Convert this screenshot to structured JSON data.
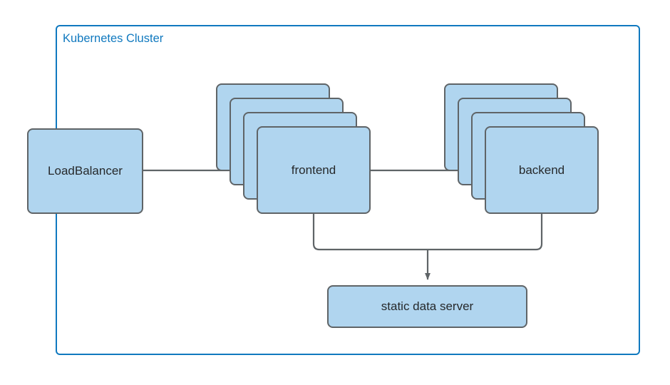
{
  "diagram": {
    "title_visible": false,
    "colors": {
      "cluster_border": "#1079bf",
      "cluster_label_text": "#1079bf",
      "node_fill": "#b0d5ef",
      "node_border": "#5f6467",
      "node_text": "#26292b",
      "edge_stroke": "#5f6467",
      "background": "#ffffff"
    },
    "cluster": {
      "label": "Kubernetes Cluster"
    },
    "nodes": {
      "loadbalancer": {
        "label": "LoadBalancer",
        "replicas": 1
      },
      "frontend": {
        "label": "frontend",
        "replicas": 4
      },
      "backend": {
        "label": "backend",
        "replicas": 4
      },
      "static_data_server": {
        "label": "static data server",
        "replicas": 1
      }
    },
    "edges": [
      {
        "from": "LoadBalancer",
        "to": "frontend",
        "arrow": true
      },
      {
        "from": "frontend",
        "to": "backend",
        "arrow": true
      },
      {
        "from": "frontend",
        "to": "static data server",
        "arrow": true
      },
      {
        "from": "backend",
        "to": "static data server",
        "arrow": true
      }
    ]
  }
}
